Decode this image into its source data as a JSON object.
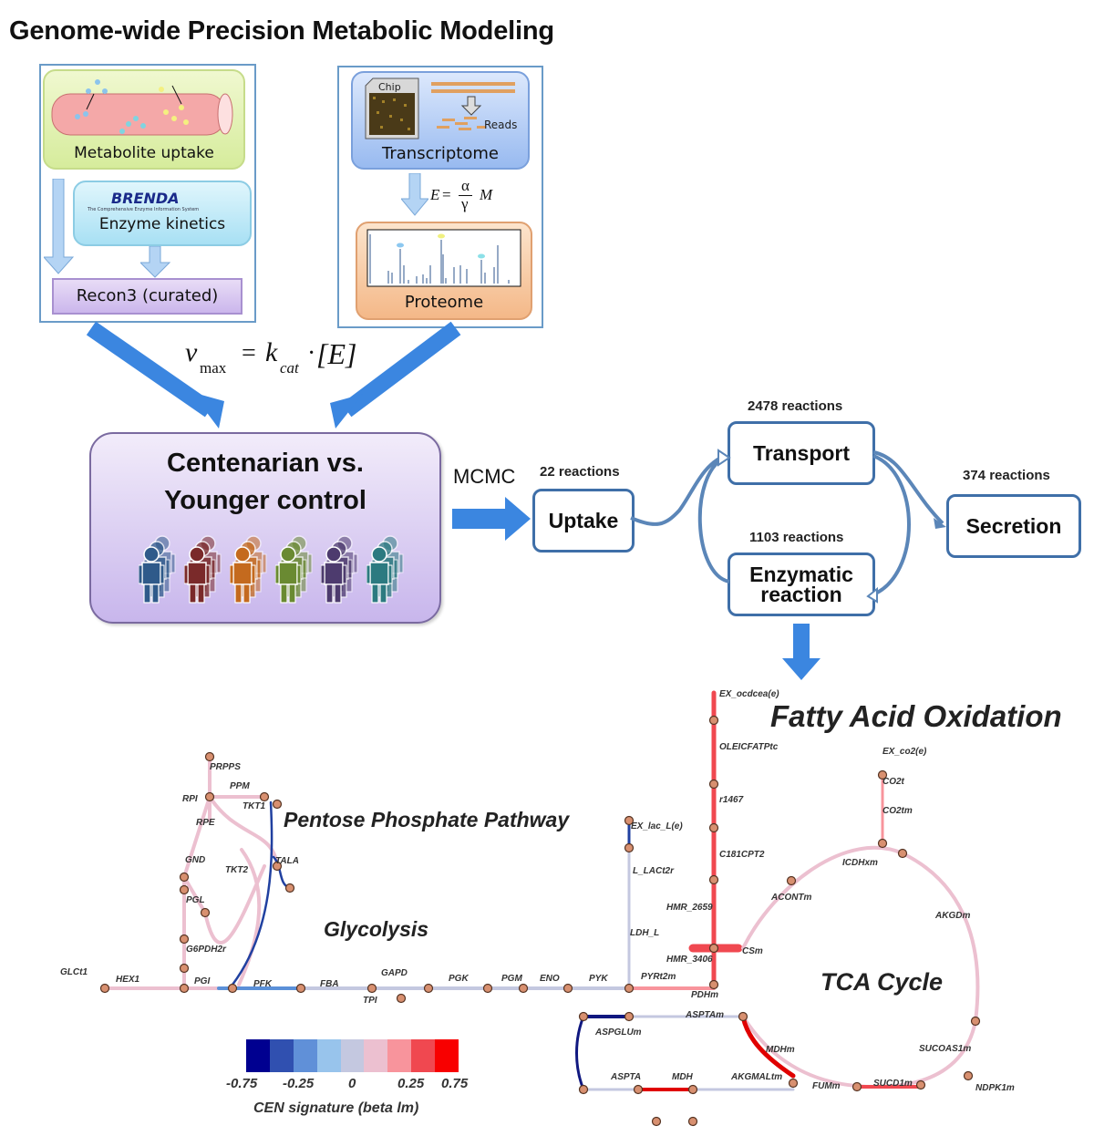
{
  "title": "Genome-wide Precision Metabolic Modeling",
  "left_panel": {
    "metabolite_uptake": "Metabolite uptake",
    "brenda_logo": "BRENDA",
    "brenda_subtitle": "The Comprehensive Enzyme Information System",
    "enzyme_kinetics": "Enzyme kinetics",
    "recon3": "Recon3 (curated)"
  },
  "right_panel": {
    "chip_label": "Chip",
    "reads_label": "Reads",
    "transcriptome": "Transcriptome",
    "equation": "E = α/γ M",
    "eq_E": "E",
    "eq_eq": "=",
    "eq_alpha": "α",
    "eq_gamma": "γ",
    "eq_M": "M",
    "proteome": "Proteome"
  },
  "vmax_equation": {
    "v": "v",
    "max": "max",
    "eq": "=",
    "k": "k",
    "cat": "cat",
    "dot": "·",
    "E": "[E]"
  },
  "cohort_box": {
    "line1": "Centenarian vs.",
    "line2": "Younger control",
    "people_colors": [
      "#2f5a8a",
      "#7a2a2a",
      "#c46a1e",
      "#6a8a32",
      "#4d3b6e",
      "#2c7a80"
    ]
  },
  "flow": {
    "mcmc": "MCMC",
    "uptake": {
      "label": "Uptake",
      "count": "22 reactions"
    },
    "transport": {
      "label": "Transport",
      "count": "2478 reactions"
    },
    "enzymatic": {
      "label_line1": "Enzymatic",
      "label_line2": "reaction",
      "count": "1103 reactions"
    },
    "secretion": {
      "label": "Secretion",
      "count": "374 reactions"
    }
  },
  "pathway_titles": {
    "fatty_acid": "Fatty Acid Oxidation",
    "pentose": "Pentose Phosphate Pathway",
    "glycolysis": "Glycolysis",
    "tca": "TCA Cycle"
  },
  "reactions": {
    "prpps": "PRPPS",
    "ppm": "PPM",
    "rpi": "RPI",
    "tkt1": "TKT1",
    "rpe": "RPE",
    "gnd": "GND",
    "tkt2": "TKT2",
    "tala": "TALA",
    "pgl": "PGL",
    "g6pdh2r": "G6PDH2r",
    "glct1": "GLCt1",
    "hex1": "HEX1",
    "pgi": "PGI",
    "pfk": "PFK",
    "fba": "FBA",
    "gapd": "GAPD",
    "tpi": "TPI",
    "pgk": "PGK",
    "pgm": "PGM",
    "eno": "ENO",
    "pyk": "PYK",
    "ex_lac": "EX_lac_L(e)",
    "l_lact2r": "L_LACt2r",
    "ldh_l": "LDH_L",
    "pyrt2m": "PYRt2m",
    "pdhm": "PDHm",
    "ex_ocdcea": "EX_ocdcea(e)",
    "oleicfatptc": "OLEICFATPtc",
    "r1467": "r1467",
    "c181cpt2": "C181CPT2",
    "hmr_2659": "HMR_2659",
    "hmr_3406": "HMR_3406",
    "csm": "CSm",
    "ex_co2": "EX_co2(e)",
    "co2t": "CO2t",
    "co2tm": "CO2tm",
    "icdhxm": "ICDHxm",
    "acontm": "ACONTm",
    "akgdm": "AKGDm",
    "aspglum": "ASPGLUm",
    "asptam": "ASPTAm",
    "aspta": "ASPTA",
    "mdh": "MDH",
    "mdhm": "MDHm",
    "akgmaltm": "AKGMALtm",
    "fumm": "FUMm",
    "sucd1m": "SUCD1m",
    "sucoas1m": "SUCOAS1m",
    "ndpk1m": "NDPK1m"
  },
  "legend": {
    "title": "CEN signature (beta lm)",
    "ticks": [
      "-0.75",
      "-0.25",
      "0",
      "0.25",
      "0.75"
    ],
    "colors": [
      "#000090",
      "#3050b0",
      "#6090d8",
      "#98c4ec",
      "#c4c8e0",
      "#ecc0d0",
      "#f8949c",
      "#f04850",
      "#f80000"
    ]
  }
}
